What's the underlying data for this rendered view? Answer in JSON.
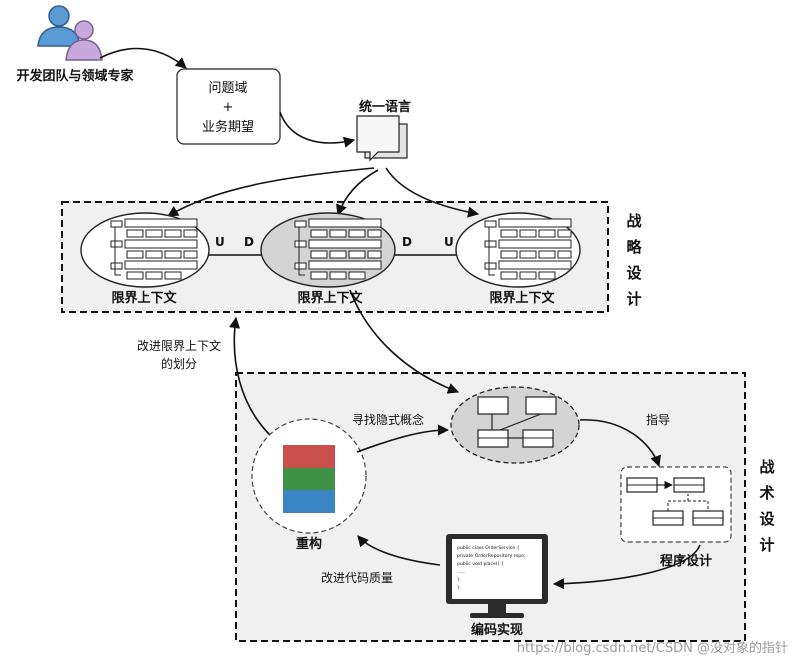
{
  "nodes": {
    "team": "开发团队与领域专家",
    "domain_line1": "问题域",
    "domain_line2": "+",
    "domain_line3": "业务期望",
    "language": "统一语言",
    "bc_left": "限界上下文",
    "bc_center": "限界上下文",
    "bc_right": "限界上下文",
    "refactor": "重构",
    "program_design": "程序设计",
    "coding": "编码实现"
  },
  "relations": {
    "left_u": "U",
    "left_d": "D",
    "right_d": "D",
    "right_u": "U"
  },
  "edge_labels": {
    "improve_bc_line1": "改进限界上下文",
    "improve_bc_line2": "的划分",
    "find_implicit": "寻找隐式概念",
    "guide": "指导",
    "improve_code": "改进代码质量"
  },
  "sections": {
    "strategic": [
      "战",
      "略",
      "设",
      "计"
    ],
    "tactical": [
      "战",
      "术",
      "设",
      "计"
    ]
  },
  "code_snippet": [
    "public class OrderService {",
    "  private OrderRepository repo;",
    "  public void place() {",
    "    ......",
    "  }",
    "}"
  ],
  "watermark": "https://blog.csdn.net/CSDN @没对象的指针",
  "colors": {
    "refactor_red": "#c9504f",
    "refactor_green": "#3f9148",
    "refactor_blue": "#3a86c4",
    "panel_bg": "#f0f0f0",
    "ellipse_gray": "#d4d4d4",
    "person_blue": "#5b9bd5",
    "person_purple": "#c9a8dc"
  }
}
